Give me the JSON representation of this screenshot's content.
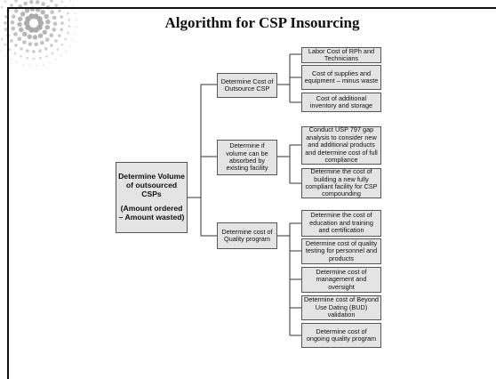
{
  "slide": {
    "title": "Algorithm for CSP Insourcing",
    "root": {
      "line1": "Determine Volume of outsourced CSPs",
      "line2": "(Amount ordered – Amount wasted)"
    },
    "branches": [
      {
        "label": "Determine Cost of Outsource CSP",
        "children": [
          "Labor Cost of RPh and Technicians",
          "Cost of supplies and equipment – minus waste",
          "Cost of additional inventory and storage"
        ]
      },
      {
        "label": "Determine if volume can be absorbed by existing facility",
        "children": [
          "Conduct USP 797 gap analysis to consider new and additional products and determine cost of full compliance",
          "Determine the cost of building a new fully compliant facility for CSP compounding"
        ]
      },
      {
        "label": "Determine cost of Quality program",
        "children": [
          "Determine the cost of education and training and certification",
          "Determine cost of quality testing for personnel and products",
          "Determine cost of management and oversight",
          "Determine cost of Beyond Use Dating (BUD) validation",
          "Determine cost of ongoing quality program"
        ]
      }
    ]
  },
  "colors": {
    "box_fill": "#e4e4e4",
    "box_border": "#555555",
    "lines": "#333333",
    "decoration": "#c9c9c9"
  }
}
